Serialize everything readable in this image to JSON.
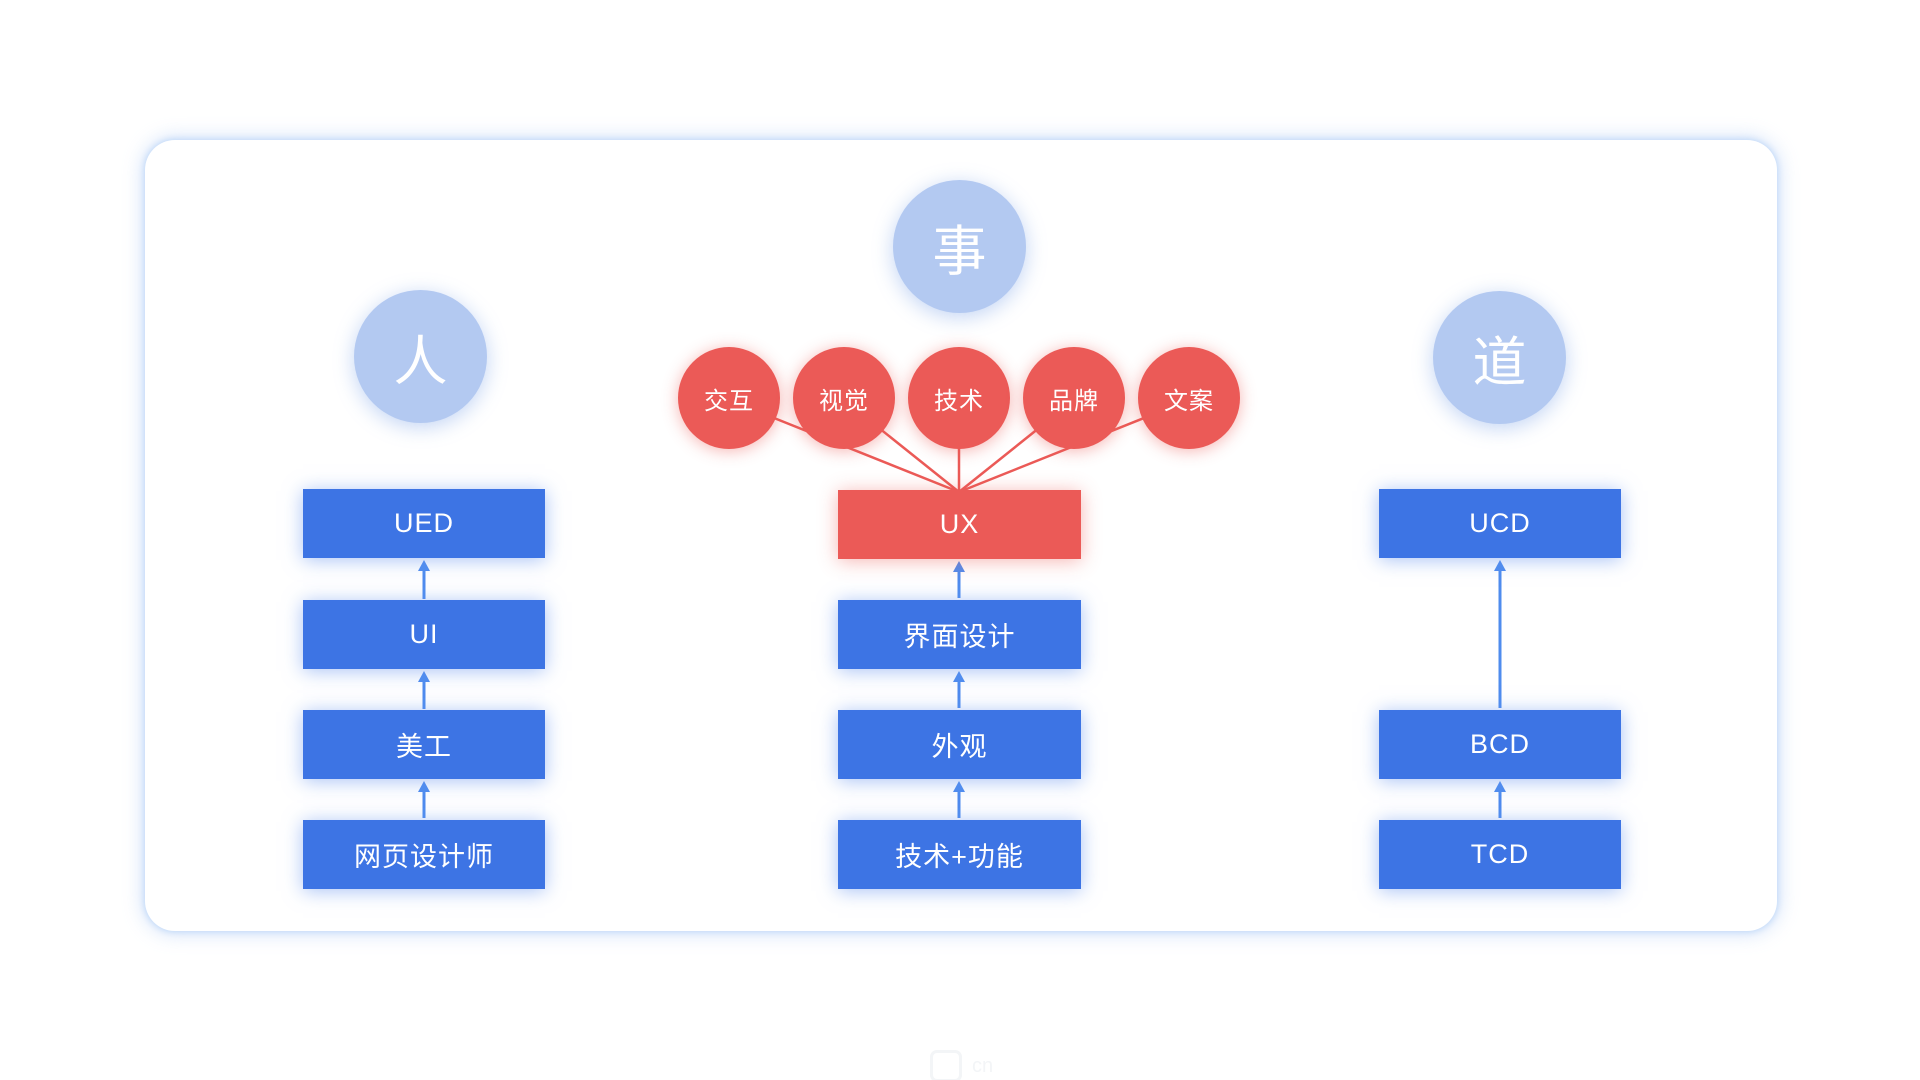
{
  "palette": {
    "blue_box": "#3d74e4",
    "red": "#eb5a57",
    "light_blue_circle": "#b3c9f1",
    "arrow_blue": "#4f8cee",
    "text": "#ffffff",
    "card_glow": "#aac8f5"
  },
  "concept_circles": {
    "person": {
      "label": "人"
    },
    "matter": {
      "label": "事"
    },
    "way": {
      "label": "道"
    }
  },
  "skills": [
    {
      "label": "交互"
    },
    {
      "label": "视觉"
    },
    {
      "label": "技术"
    },
    {
      "label": "品牌"
    },
    {
      "label": "文案"
    }
  ],
  "columns": {
    "left": {
      "items": [
        {
          "label": "UED"
        },
        {
          "label": "UI"
        },
        {
          "label": "美工"
        },
        {
          "label": "网页设计师"
        }
      ]
    },
    "middle": {
      "hub": {
        "label": "UX"
      },
      "items": [
        {
          "label": "界面设计"
        },
        {
          "label": "外观"
        },
        {
          "label": "技术+功能"
        }
      ]
    },
    "right": {
      "items": [
        {
          "label": "UCD"
        },
        {
          "label": "BCD"
        },
        {
          "label": "TCD"
        }
      ]
    }
  },
  "watermark": {
    "text": "cn"
  }
}
